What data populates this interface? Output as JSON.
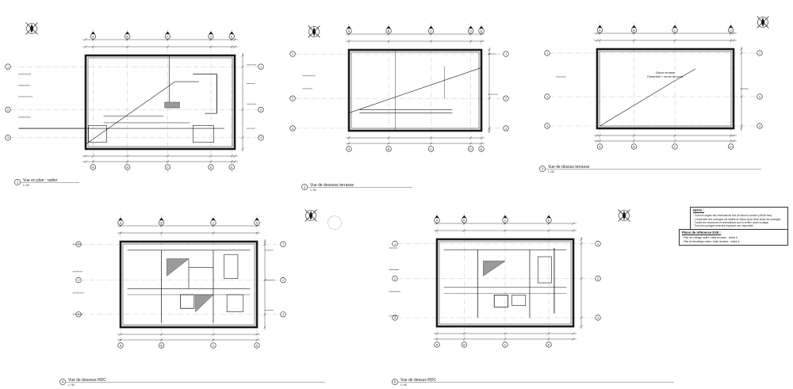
{
  "views": [
    {
      "id": "v1",
      "number": "1",
      "title": "Vue en plan : radier",
      "scale": "1 / 50"
    },
    {
      "id": "v2",
      "number": "2",
      "title": "Vue de dessous terrasse",
      "scale": "1 / 50"
    },
    {
      "id": "v3",
      "number": "3",
      "title": "Vue de dessus terrasse",
      "scale": "1 / 50"
    },
    {
      "id": "v4",
      "number": "4",
      "title": "Vue de dessous RDC",
      "scale": "1 / 50"
    },
    {
      "id": "v5",
      "number": "5",
      "title": "Vue de dessus RDC",
      "scale": "1 / 50"
    }
  ],
  "grid": {
    "letters": [
      "A",
      "B",
      "C",
      "D",
      "E"
    ],
    "numbers": [
      "1",
      "2",
      "3"
    ]
  },
  "roof_annotation": [
    "Toiture terrasse",
    "Etanchéité + forme de pente"
  ],
  "notes": {
    "title": "NOTA :",
    "lines": [
      "- Tous les angles des réservations font 45 dans la coulure (45x45 mm).",
      "- L'ensemble des ouvrages est réalisé en béton armé dosé selon les ouvrages.",
      "- Toutes les ouvertures et réservations sont à vérifier avant coulage.",
      "- Tous les ouvrages enterrés reçoivent une étanchéité."
    ]
  },
  "references": {
    "title": "Plans de référence EXE :",
    "lines": [
      "- Plan de coffrage radier / dalle terrasse - indice A",
      "- Plan de ferraillage radier / dalle terrasse - indice A"
    ]
  },
  "colors": {
    "ink": "#1a1a1a",
    "hatch": "#9a9a9a",
    "light": "#bdbdbd"
  }
}
